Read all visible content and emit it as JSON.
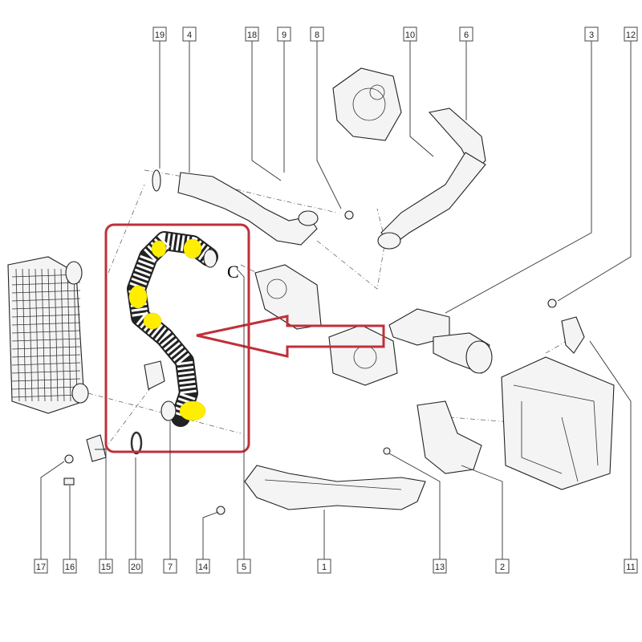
{
  "diagram": {
    "title": "Charge air hose assembly – exploded parts view",
    "highlighted_part": "7",
    "colors": {
      "highlight_box": "#c0303a",
      "arrow": "#c0303a",
      "hose_marking": "#ffee00"
    },
    "top_labels": [
      "19",
      "4",
      "18",
      "9",
      "8",
      "10",
      "6",
      "3",
      "12"
    ],
    "bottom_labels": [
      "17",
      "16",
      "15",
      "20",
      "7",
      "14",
      "5",
      "1",
      "13",
      "2",
      "11"
    ]
  }
}
